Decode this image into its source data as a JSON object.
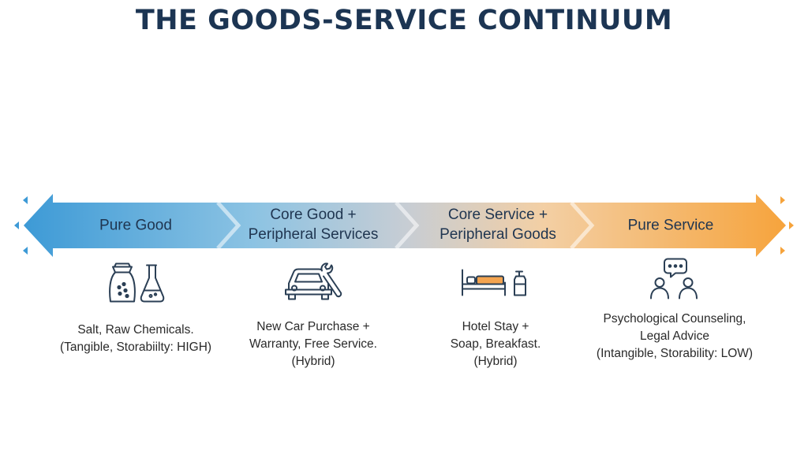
{
  "title": "THE GOODS-SERVICE CONTINUUM",
  "colors": {
    "blue": "#3d9ad6",
    "light_blue": "#8cc3e3",
    "gray": "#c7cdd4",
    "peach": "#f3cfa4",
    "orange": "#f6a33b",
    "text_dark": "#1c3553",
    "icon": "#2b3f55",
    "bed_accent": "#f4a450"
  },
  "segments": [
    {
      "label_lines": [
        "Pure Good"
      ],
      "icon": "salt-bag-and-flask-icon",
      "description_lines": [
        "Salt, Raw Chemicals.",
        "(Tangible, Storabiilty: HIGH)"
      ]
    },
    {
      "label_lines": [
        "Core Good +",
        "Peripheral Services"
      ],
      "icon": "car-with-wrench-icon",
      "description_lines": [
        "New Car Purchase +",
        "Warranty, Free Service.",
        "(Hybrid)"
      ]
    },
    {
      "label_lines": [
        "Core Service +",
        "Peripheral Goods"
      ],
      "icon": "bed-and-soap-bottle-icon",
      "description_lines": [
        "Hotel Stay +",
        "Soap, Breakfast.",
        "(Hybrid)"
      ]
    },
    {
      "label_lines": [
        "Pure Service"
      ],
      "icon": "people-with-speech-bubble-icon",
      "description_lines": [
        "Psychological Counseling,",
        "Legal Advice",
        "(Intangible, Storability: LOW)"
      ]
    }
  ]
}
